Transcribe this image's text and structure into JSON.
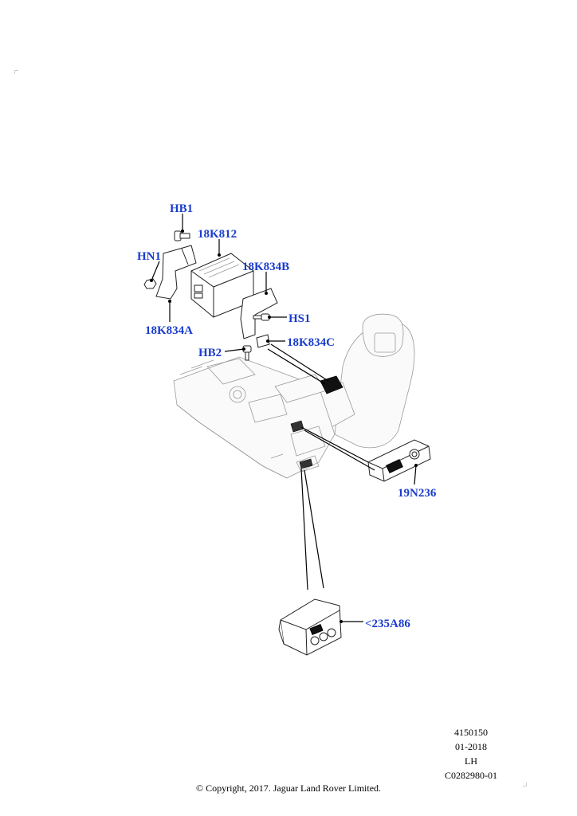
{
  "callouts": {
    "hb1": "HB1",
    "k812": "18K812",
    "hn1": "HN1",
    "k834b": "18K834B",
    "hs1": "HS1",
    "k834a": "18K834A",
    "k834c": "18K834C",
    "hb2": "HB2",
    "n236": "19N236",
    "a86": "<235A86"
  },
  "colors": {
    "callout": "#1a3ccc",
    "line": "#000000"
  },
  "reference": {
    "number": "4150150",
    "date": "01-2018",
    "side": "LH",
    "code": "C0282980-01"
  },
  "copyright": "© Copyright, 2017. Jaguar Land Rover Limited."
}
